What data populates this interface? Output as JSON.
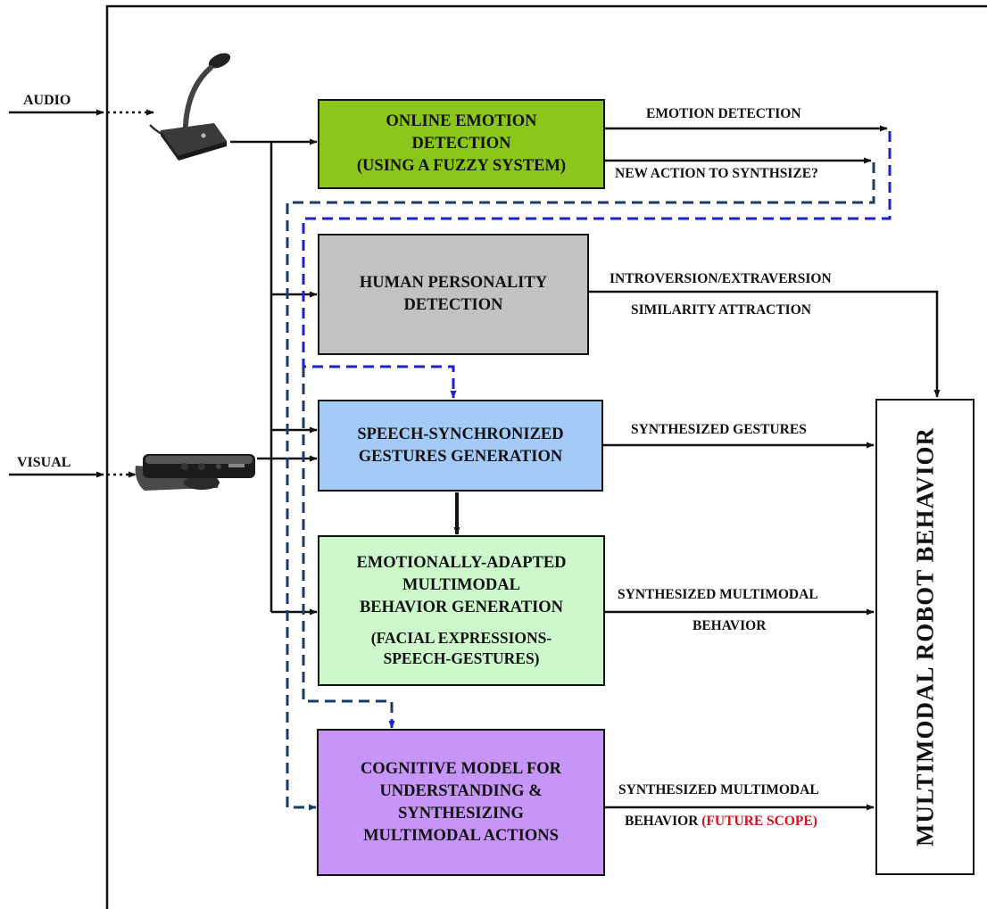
{
  "inputs": {
    "audio": "AUDIO",
    "visual": "VISUAL"
  },
  "boxes": {
    "emotion": {
      "lines": [
        "ONLINE EMOTION",
        "DETECTION",
        "(USING A FUZZY SYSTEM)"
      ],
      "color": "#8cc61a"
    },
    "personality": {
      "lines": [
        "HUMAN PERSONALITY",
        "DETECTION"
      ],
      "color": "#c2c2c2"
    },
    "gestures": {
      "lines": [
        "SPEECH-SYNCHRONIZED",
        "GESTURES GENERATION"
      ],
      "color": "#a4cbf8"
    },
    "multimodal": {
      "lines": [
        "EMOTIONALLY-ADAPTED",
        "MULTIMODAL",
        "BEHAVIOR GENERATION"
      ],
      "sub_lines": [
        "(FACIAL EXPRESSIONS-",
        "SPEECH-GESTURES)"
      ],
      "color": "#cdf8cc"
    },
    "cognitive": {
      "lines": [
        "COGNITIVE MODEL FOR",
        "UNDERSTANDING &",
        "SYNTHESIZING",
        "MULTIMODAL ACTIONS"
      ],
      "color": "#c795f8"
    }
  },
  "output_box": {
    "label": "MULTIMODAL ROBOT BEHAVIOR"
  },
  "edge_labels": {
    "emotion_detection": "EMOTION DETECTION",
    "new_action": "NEW ACTION TO SYNTHSIZE?",
    "introversion": "INTROVERSION/EXTRAVERSION",
    "similarity": "SIMILARITY ATTRACTION",
    "synth_gestures": "SYNTHESIZED GESTURES",
    "synth_multimodal_1": "SYNTHESIZED MULTIMODAL",
    "synth_multimodal_2": "BEHAVIOR",
    "synth_multimodal_future_1": "SYNTHESIZED MULTIMODAL",
    "synth_multimodal_future_2": "BEHAVIOR",
    "future_scope": "(FUTURE SCOPE)"
  },
  "colors": {
    "line": "#111111",
    "dashed": "#1a3a6a",
    "dashed_blue": "#1a22c8",
    "future": "#d0121a"
  }
}
